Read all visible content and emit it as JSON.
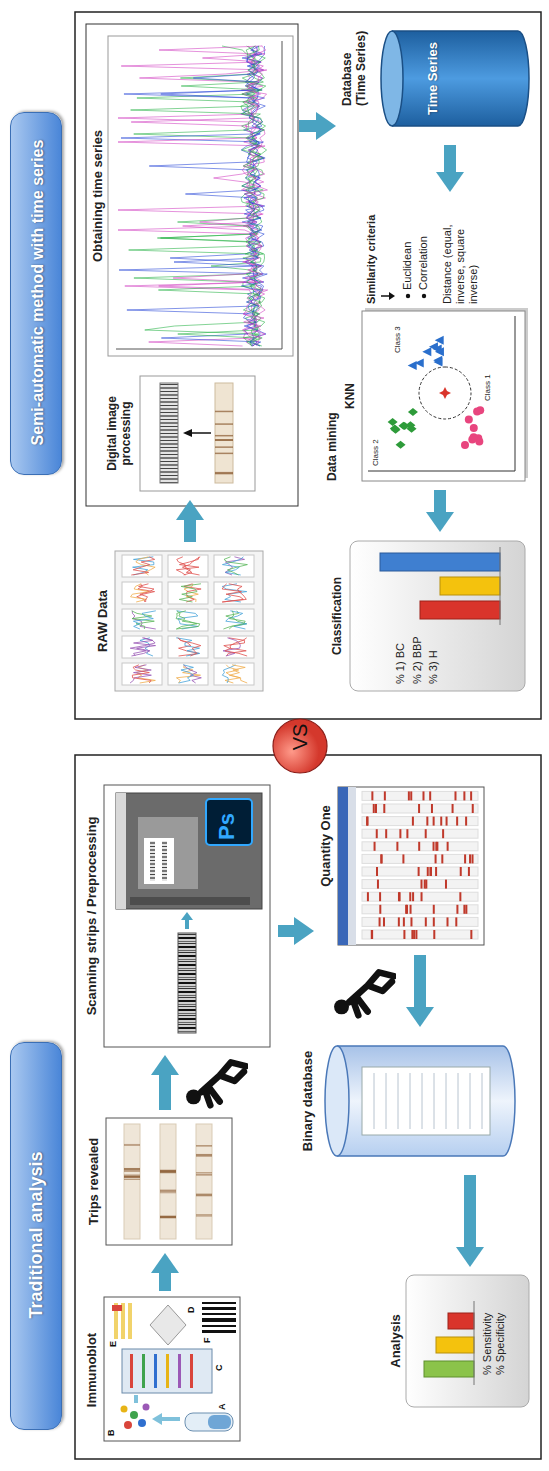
{
  "diagram": {
    "nodes": [
      {
        "text": [
          "Traditional analysis"
        ]
      },
      {
        "text": [
          "Semi-automatic method with time series"
        ]
      },
      {
        "text": [
          "VS"
        ]
      },
      {
        "text": [
          "Immunoblot"
        ]
      },
      {
        "text": [
          "Trips revealed"
        ]
      },
      {
        "text": [
          "Scanning strips / Preprocessing"
        ]
      },
      {
        "text": [
          "Quantity One"
        ]
      },
      {
        "text": [
          "Binary database"
        ]
      },
      {
        "text": [
          "Analysis",
          "% Sensitivity % Specificity"
        ]
      },
      {
        "text": [
          "RAW Data"
        ]
      },
      {
        "text": [
          "Digital image processing"
        ]
      },
      {
        "text": [
          "Obtaining time series"
        ]
      },
      {
        "text": [
          "Database (Time Series)",
          "Time Series"
        ]
      },
      {
        "text": [
          "Data mining",
          "KNN",
          "Similarity criteria",
          "Euclidean",
          "Correlation",
          "Distance (equal, inverse, square inverse)"
        ]
      },
      {
        "text": [
          "Classification",
          "% 1) BC % 2) BBP % 3) H"
        ]
      }
    ],
    "edges": [
      {
        "from": 3,
        "to": 4,
        "arrow": "to"
      },
      {
        "from": 4,
        "to": 5,
        "arrow": "to"
      },
      {
        "from": 5,
        "to": 6,
        "arrow": "to"
      },
      {
        "from": 6,
        "to": 7,
        "arrow": "to"
      },
      {
        "from": 7,
        "to": 8,
        "arrow": "to"
      },
      {
        "from": 9,
        "to": 10,
        "arrow": "to"
      },
      {
        "from": 11,
        "to": 12,
        "arrow": "to"
      },
      {
        "from": 12,
        "to": 13,
        "arrow": "to"
      },
      {
        "from": 13,
        "to": 14,
        "arrow": "to"
      }
    ],
    "labels": [
      "A",
      "B",
      "C",
      "D",
      "E",
      "F",
      "Ps",
      "Class 1",
      "Class 2",
      "Class 3"
    ]
  }
}
